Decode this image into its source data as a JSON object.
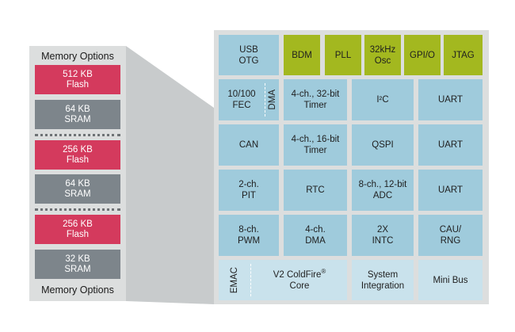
{
  "memory": {
    "title_top": "Memory Options",
    "title_bottom": "Memory Options",
    "blocks": [
      {
        "label": "512 KB\nFlash",
        "kind": "flash"
      },
      {
        "label": "64 KB\nSRAM",
        "kind": "sram"
      },
      {
        "label": "256 KB\nFlash",
        "kind": "flash"
      },
      {
        "label": "64 KB\nSRAM",
        "kind": "sram"
      },
      {
        "label": "256 KB\nFlash",
        "kind": "flash"
      },
      {
        "label": "32 KB\nSRAM",
        "kind": "sram"
      }
    ]
  },
  "chip": {
    "row1": {
      "usb_otg": "USB\nOTG",
      "bdm": "BDM",
      "pll": "PLL",
      "osc": "32kHz\nOsc",
      "gpio": "GPI/O",
      "jtag": "JTAG"
    },
    "row2": {
      "fec": "10/100\nFEC",
      "dma_vertical": "DMA",
      "timer32": "4-ch., 32-bit\nTimer",
      "i2c": "I²C",
      "uart": "UART"
    },
    "row3": {
      "can": "CAN",
      "timer16": "4-ch., 16-bit\nTimer",
      "qspi": "QSPI",
      "uart": "UART"
    },
    "row4": {
      "pit": "2-ch.\nPIT",
      "rtc": "RTC",
      "adc": "8-ch., 12-bit\nADC",
      "uart": "UART"
    },
    "row5": {
      "pwm": "8-ch.\nPWM",
      "dma": "4-ch.\nDMA",
      "intc": "2X\nINTC",
      "cau": "CAU/\nRNG"
    },
    "row6": {
      "emac_vertical": "EMAC",
      "core_line1": "V2 ColdFire",
      "core_reg": "®",
      "core_line2": "Core",
      "system": "System\nIntegration",
      "minibus": "Mini Bus"
    }
  },
  "colors": {
    "flash": "#d43a5d",
    "sram": "#7d858b",
    "block_blue": "#9fcbdc",
    "block_lightblue": "#c9e2ec",
    "block_green": "#a3b81f",
    "panel_gray": "#dcdede",
    "zoom_gray": "#c8cbcc"
  }
}
